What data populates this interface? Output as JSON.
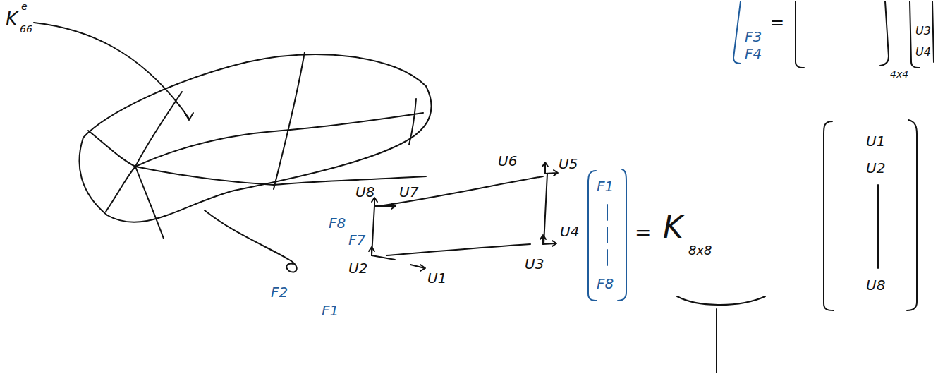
{
  "diagram": {
    "labels": [
      "K",
      "e",
      "66",
      "F3",
      "F4",
      "=",
      "4x4",
      "U3",
      "U4",
      "U6",
      "U5",
      "U8",
      "U7",
      "U4",
      "U3",
      "F8",
      "F7",
      "F2",
      "F1",
      "U2",
      "U1",
      "F1",
      "F8",
      "=",
      "K",
      "8x8",
      "U1",
      "U2",
      "U8"
    ]
  }
}
